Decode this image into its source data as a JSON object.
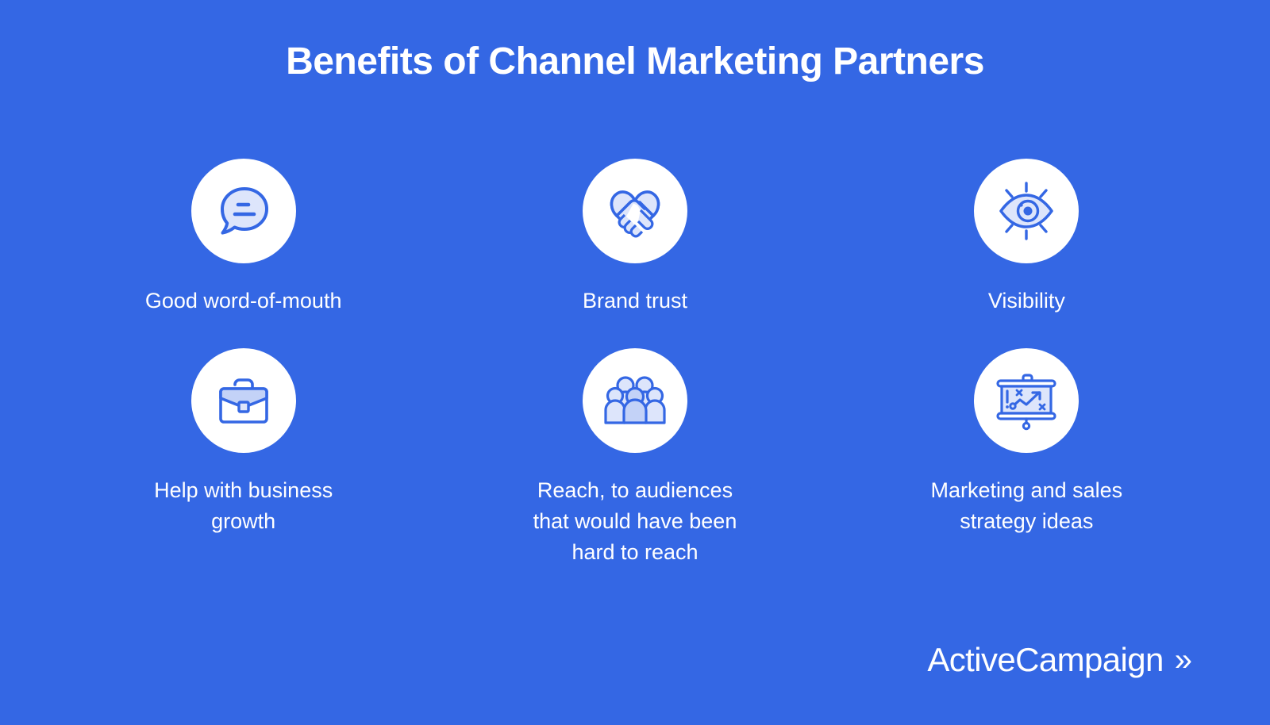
{
  "page": {
    "title": "Benefits of Channel Marketing Partners",
    "background_color": "#3467e4",
    "text_color": "#ffffff",
    "badge_color": "#ffffff",
    "icon_stroke_color": "#3467e4",
    "icon_fill_color": "#dde5fb"
  },
  "benefits": [
    {
      "icon": "speech-bubble-icon",
      "label": "Good word-of-mouth"
    },
    {
      "icon": "handshake-heart-icon",
      "label": "Brand trust"
    },
    {
      "icon": "eye-visibility-icon",
      "label": "Visibility"
    },
    {
      "icon": "briefcase-icon",
      "label": "Help with business\ngrowth"
    },
    {
      "icon": "people-group-icon",
      "label": "Reach, to audiences\nthat would have been\nhard to reach"
    },
    {
      "icon": "presentation-chart-icon",
      "label": "Marketing and sales\nstrategy ideas"
    }
  ],
  "brand": {
    "name": "ActiveCampaign",
    "chevron": "»"
  }
}
